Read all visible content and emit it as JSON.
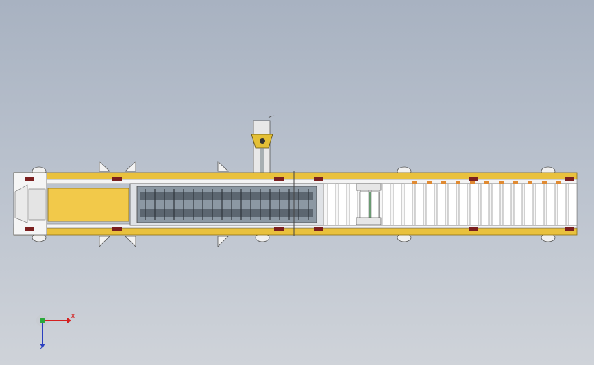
{
  "viewport": {
    "title": "conveyor-model-top-view",
    "background_top": "#a8b2c1",
    "background_bottom": "#cfd3d9"
  },
  "colors": {
    "frame_yellow": "#e9c13d",
    "frame_edge": "#8a6d12",
    "bed_white": "#f3f3f3",
    "roller_grey": "#c9cdd2",
    "dark_block": "#7a1f1f",
    "chain_grey": "#5c6670",
    "triad_x": "#d42020",
    "triad_y": "#2aa83a",
    "triad_z": "#2a3fbf"
  },
  "triad": {
    "x_label": "X",
    "z_label": "Z"
  }
}
